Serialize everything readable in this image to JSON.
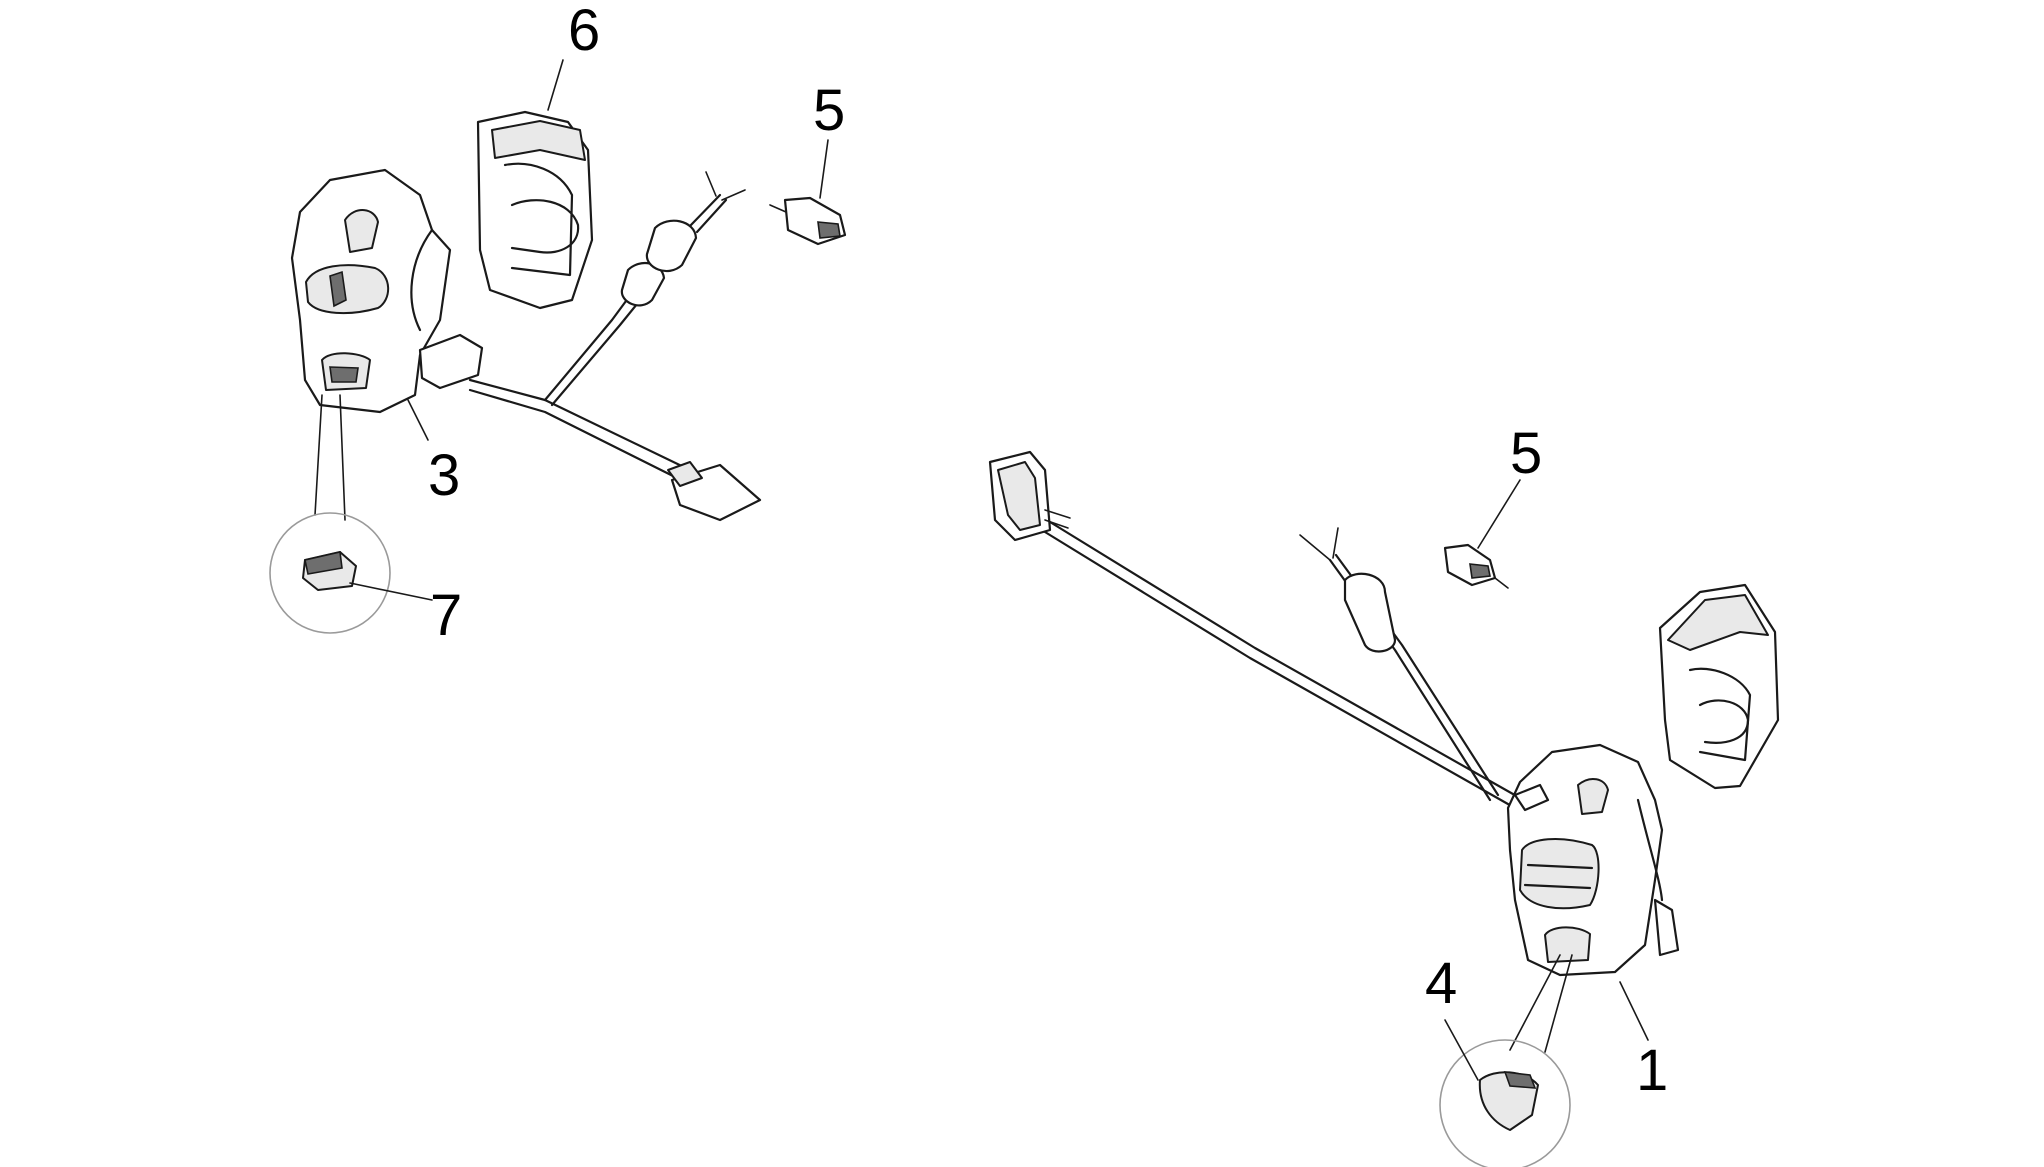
{
  "callouts": {
    "c1": "1",
    "c3": "3",
    "c4": "4",
    "c5a": "5",
    "c5b": "5",
    "c6": "6",
    "c7": "7"
  }
}
